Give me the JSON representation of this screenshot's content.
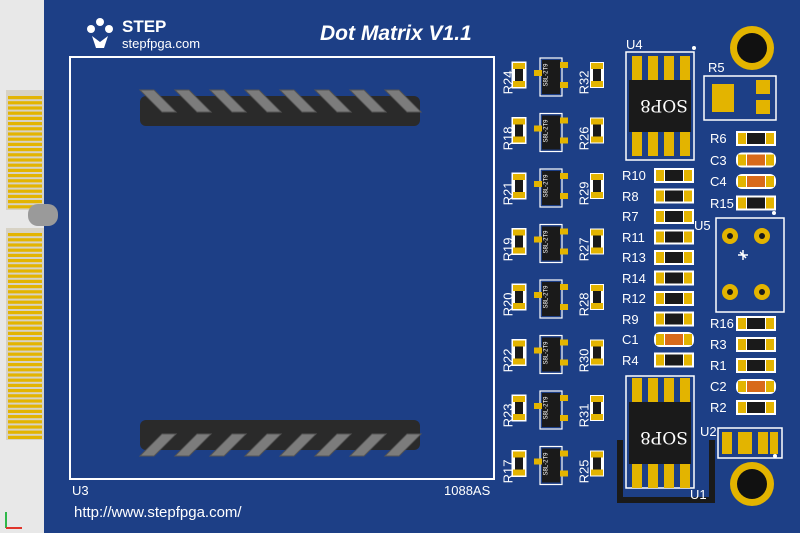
{
  "board": {
    "title": "Dot Matrix V1.1",
    "logo": {
      "brand": "STEP",
      "site": "stepfpga.com"
    },
    "footer_url": "http://www.stepfpga.com/",
    "colors": {
      "pcb": "#1d3f86",
      "pcb_dark": "#16336f",
      "silkscreen": "#ffffff",
      "gold": "#e3b400",
      "chip": "#1a1a1a",
      "capacitor": "#d86a1a"
    }
  },
  "labels": {
    "u3": "U3",
    "matrix_part": "1088AS",
    "u4": "U4",
    "u5": "U5",
    "u1": "U1",
    "u2": "U2",
    "r5": "R5",
    "sop8_top": "SOP8",
    "sop8_bottom": "SOP8",
    "transistor_marks": [
      "S8L-2T9",
      "S8L-2T9",
      "S8L-2T9",
      "S8L-2T9",
      "S8L-2T9",
      "S8L-2T9",
      "S8L-2T9",
      "S8L-2T9"
    ],
    "left_resistors": [
      "R24",
      "R18",
      "R21",
      "R19",
      "R20",
      "R22",
      "R23",
      "R17"
    ],
    "right_resistors": [
      "R32",
      "R26",
      "R29",
      "R27",
      "R28",
      "R30",
      "R31",
      "R25"
    ],
    "mid_column": [
      "R10",
      "R8",
      "R7",
      "R11",
      "R13",
      "R14",
      "R12",
      "R9",
      "C1",
      "R4"
    ],
    "right_column_top": [
      "R6",
      "C3",
      "C4",
      "R15"
    ],
    "right_column_bottom": [
      "R16",
      "R3",
      "R1",
      "C2",
      "R2"
    ]
  }
}
